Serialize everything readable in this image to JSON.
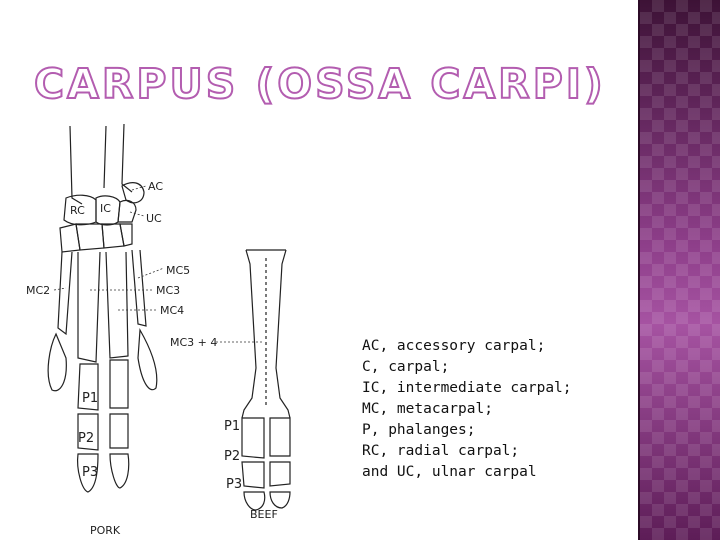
{
  "slide": {
    "title": "CARPUS (OSSA CARPI)",
    "accent_color": "#b35db0",
    "panel_color": "#6a2a66"
  },
  "figure": {
    "labels": {
      "ac": "AC",
      "rc": "RC",
      "ic": "IC",
      "uc": "UC",
      "mc5": "MC5",
      "mc2": "MC2",
      "mc3": "MC3",
      "mc4": "MC4",
      "mc34": "MC3 + 4",
      "pork_p1": "P1",
      "pork_p2": "P2",
      "pork_p3": "P3",
      "beef_p1": "P1",
      "beef_p2": "P2",
      "beef_p3": "P3",
      "pork": "PORK",
      "beef": "BEEF"
    }
  },
  "legend": [
    "AC, accessory carpal;",
    "C, carpal;",
    "IC, intermediate carpal;",
    "MC, metacarpal;",
    "P, phalanges;",
    "RC, radial carpal;",
    "and UC, ulnar carpal"
  ]
}
